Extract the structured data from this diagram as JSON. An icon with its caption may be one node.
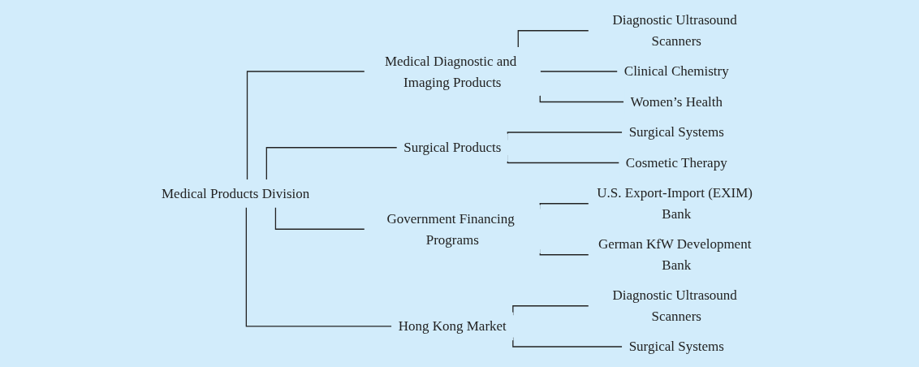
{
  "diagram": {
    "nodes": [
      {
        "text": [
          "Medical Products Division"
        ]
      },
      {
        "text": [
          "Medical Diagnostic and Imaging Products"
        ]
      },
      {
        "text": [
          "Diagnostic Ultrasound Scanners"
        ]
      },
      {
        "text": [
          "Clinical Chemistry"
        ]
      },
      {
        "text": [
          "Women’s Health"
        ]
      },
      {
        "text": [
          "Surgical Products"
        ]
      },
      {
        "text": [
          "Surgical Systems"
        ]
      },
      {
        "text": [
          "Cosmetic Therapy"
        ]
      },
      {
        "text": [
          "Government Financing Programs"
        ]
      },
      {
        "text": [
          "U.S. Export-Import (EXIM) Bank"
        ]
      },
      {
        "text": [
          "German KfW Development Bank"
        ]
      },
      {
        "text": [
          "Hong Kong Market"
        ]
      },
      {
        "text": [
          "Diagnostic Ultrasound Scanners"
        ]
      },
      {
        "text": [
          "Surgical Systems"
        ]
      }
    ],
    "edges": [
      {
        "from": 0,
        "to": 1,
        "arrow": "none"
      },
      {
        "from": 1,
        "to": 2,
        "arrow": "none"
      },
      {
        "from": 1,
        "to": 3,
        "arrow": "none"
      },
      {
        "from": 1,
        "to": 4,
        "arrow": "none"
      },
      {
        "from": 0,
        "to": 5,
        "arrow": "none"
      },
      {
        "from": 5,
        "to": 6,
        "arrow": "none"
      },
      {
        "from": 5,
        "to": 7,
        "arrow": "none"
      },
      {
        "from": 0,
        "to": 8,
        "arrow": "none"
      },
      {
        "from": 8,
        "to": 9,
        "arrow": "none"
      },
      {
        "from": 8,
        "to": 10,
        "arrow": "none"
      },
      {
        "from": 0,
        "to": 11,
        "arrow": "none"
      },
      {
        "from": 11,
        "to": 12,
        "arrow": "none"
      },
      {
        "from": 11,
        "to": 13,
        "arrow": "none"
      }
    ]
  }
}
